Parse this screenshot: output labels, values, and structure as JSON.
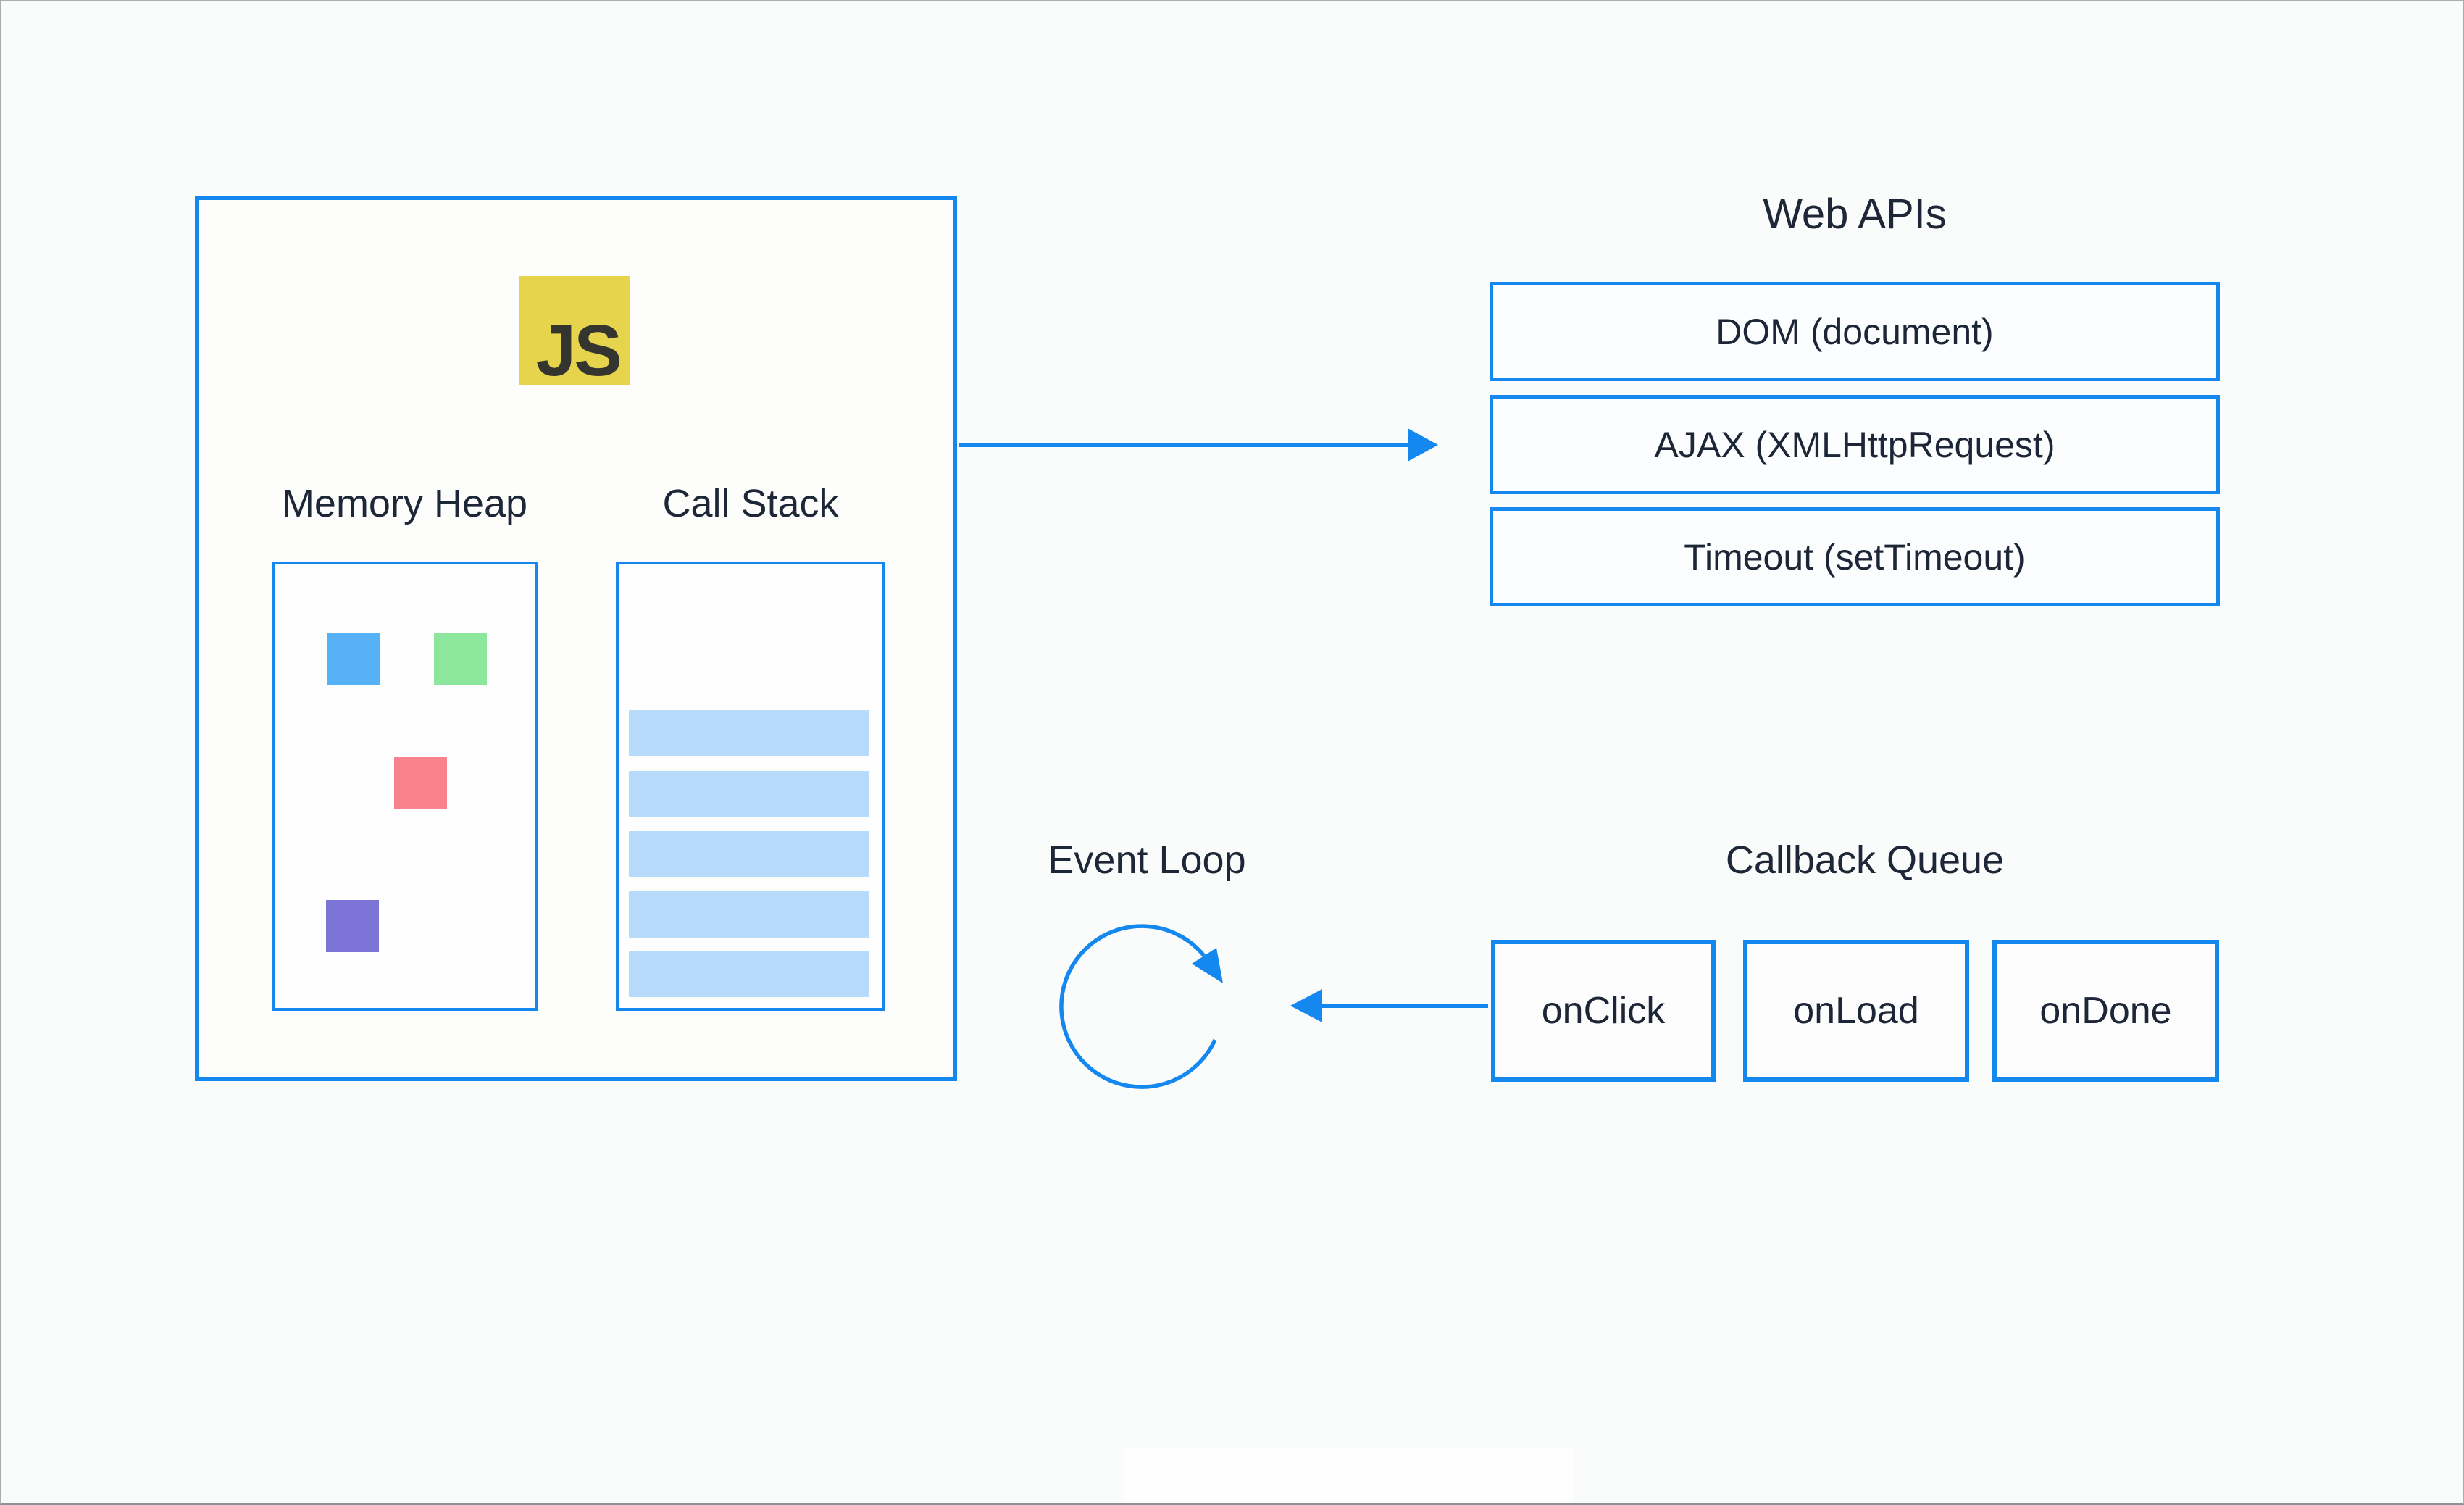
{
  "diagram": {
    "runtime": {
      "js_logo": {
        "text": "JS",
        "bg": "#e6d44c",
        "fg": "#35352f"
      },
      "memory_heap": {
        "label": "Memory Heap",
        "squares": [
          {
            "name": "blue-allocation",
            "color": "#57b1f7"
          },
          {
            "name": "green-allocation",
            "color": "#8ce79d"
          },
          {
            "name": "red-allocation",
            "color": "#f8828e"
          },
          {
            "name": "purple-allocation",
            "color": "#7d74d8"
          }
        ]
      },
      "call_stack": {
        "label": "Call Stack",
        "frame_color": "#b7dbfa",
        "frame_count": 5
      }
    },
    "web_apis": {
      "title": "Web APIs",
      "boxes": [
        {
          "label": "DOM (document)"
        },
        {
          "label": "AJAX (XMLHttpRequest)"
        },
        {
          "label": "Timeout (setTimeout)"
        }
      ]
    },
    "event_loop": {
      "title": "Event Loop"
    },
    "callback_queue": {
      "title": "Callback Queue",
      "boxes": [
        {
          "label": "onClick"
        },
        {
          "label": "onLoad"
        },
        {
          "label": "onDone"
        }
      ]
    },
    "colors": {
      "accent_blue": "#1488ef",
      "heading_text": "#1e2737",
      "inner_label_text": "#17191d"
    }
  }
}
